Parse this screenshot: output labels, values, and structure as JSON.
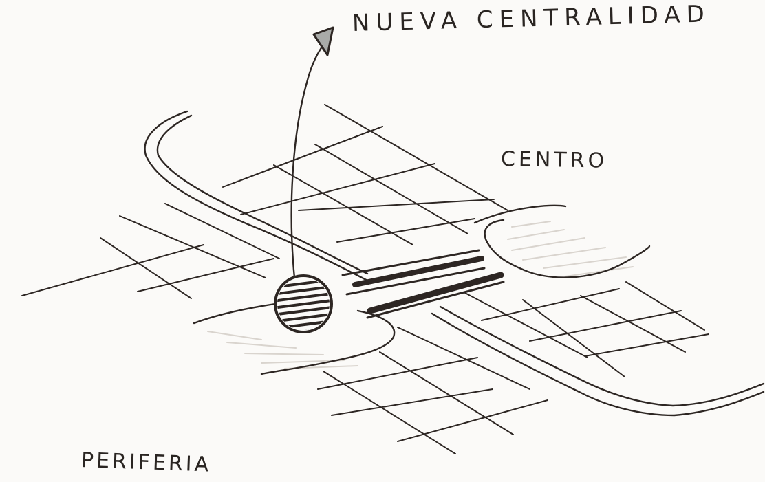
{
  "labels": {
    "new_centrality": "NUEVA CENTRALIDAD",
    "center": "CENTRO",
    "periphery": "PERIFERIA"
  },
  "colors": {
    "paper": "#fbfaf8",
    "ink": "#2d2623",
    "arrowhead": "#a9aba8",
    "hatch": "#d9d4ce"
  }
}
